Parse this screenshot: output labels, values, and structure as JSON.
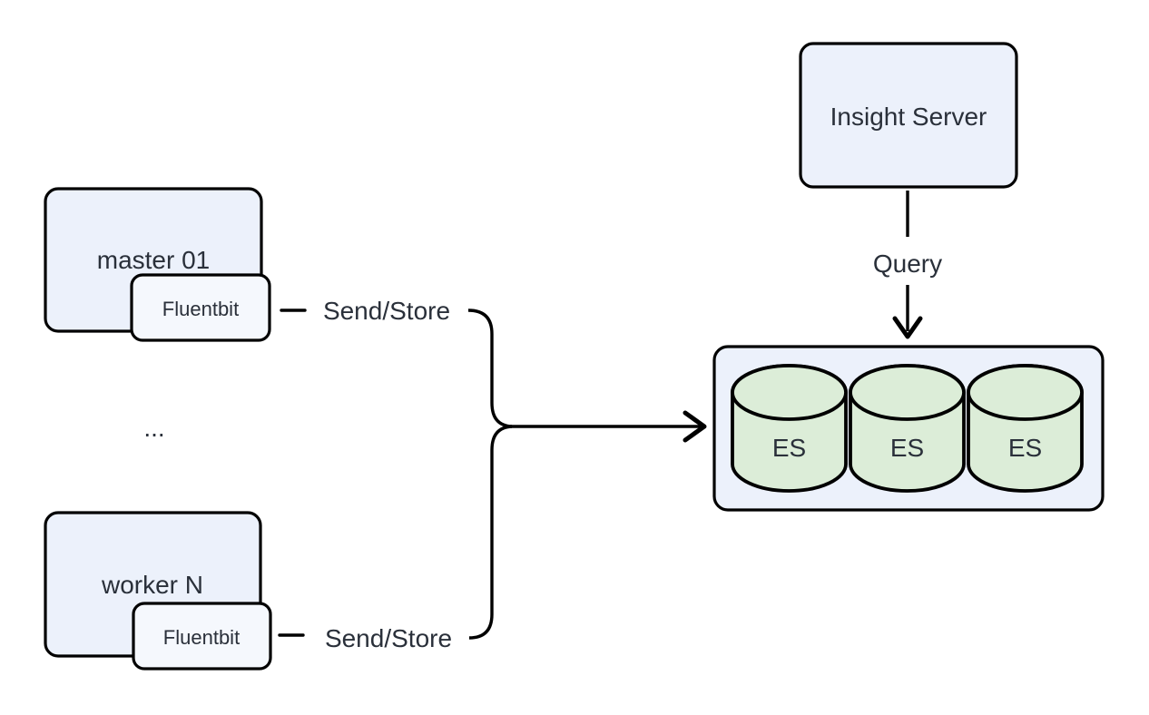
{
  "diagram": {
    "nodes": {
      "master": {
        "label": "master 01"
      },
      "worker": {
        "label": "worker N"
      },
      "fluentbit_top": {
        "label": "Fluentbit"
      },
      "fluentbit_bottom": {
        "label": "Fluentbit"
      },
      "insight_server": {
        "label": "Insight Server"
      },
      "es_cluster": {
        "es1": {
          "label": "ES"
        },
        "es2": {
          "label": "ES"
        },
        "es3": {
          "label": "ES"
        }
      }
    },
    "edges": {
      "send_store_top": {
        "label": "Send/Store"
      },
      "send_store_bottom": {
        "label": "Send/Store"
      },
      "query": {
        "label": "Query"
      }
    },
    "ellipsis": "...",
    "colors": {
      "background": "#ffffff",
      "node_fill": "#ecf1fb",
      "inner_node_fill": "#f5f8fd",
      "cluster_fill": "#ecf1fb",
      "db_fill": "#dcedd8",
      "stroke": "#000000",
      "text": "#2a303a"
    }
  }
}
